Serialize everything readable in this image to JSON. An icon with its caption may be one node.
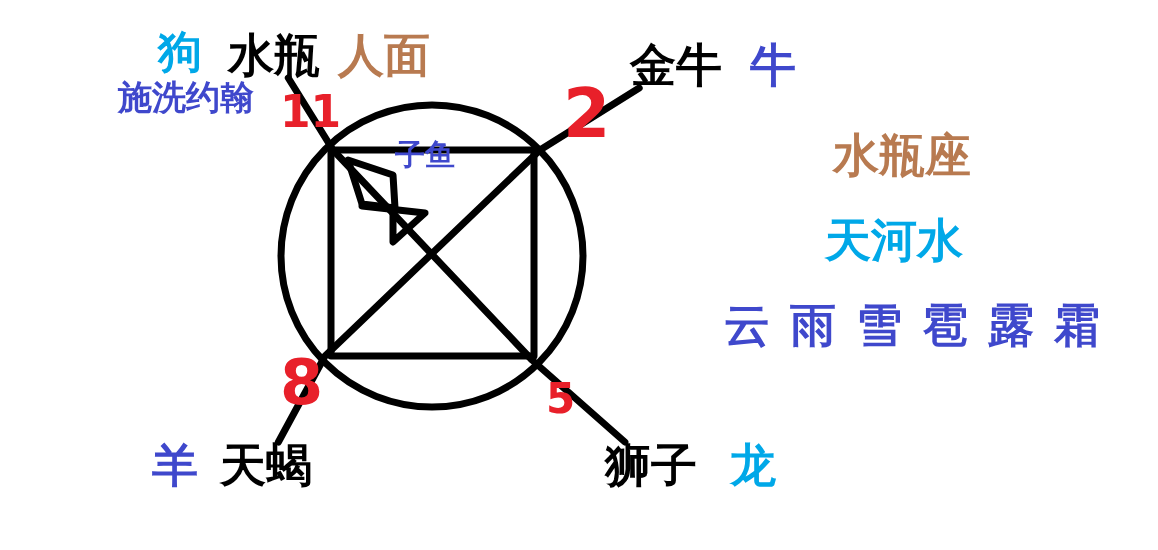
{
  "diagram": {
    "nodes": [
      {
        "text": [
          "水瓶"
        ]
      },
      {
        "text": [
          "金牛"
        ]
      },
      {
        "text": [
          "天蝎"
        ]
      },
      {
        "text": [
          "狮子"
        ]
      }
    ],
    "edges": [
      {
        "from": 0,
        "to": 3,
        "arrow": "none"
      },
      {
        "from": 1,
        "to": 2,
        "arrow": "none"
      }
    ],
    "labels": [
      "狗",
      "人面",
      "施洗约翰",
      "11",
      "2",
      "牛",
      "子鱼",
      "水瓶座",
      "天河水",
      "云 雨 雪 雹 露 霜",
      "8",
      "5",
      "羊",
      "龙"
    ]
  }
}
